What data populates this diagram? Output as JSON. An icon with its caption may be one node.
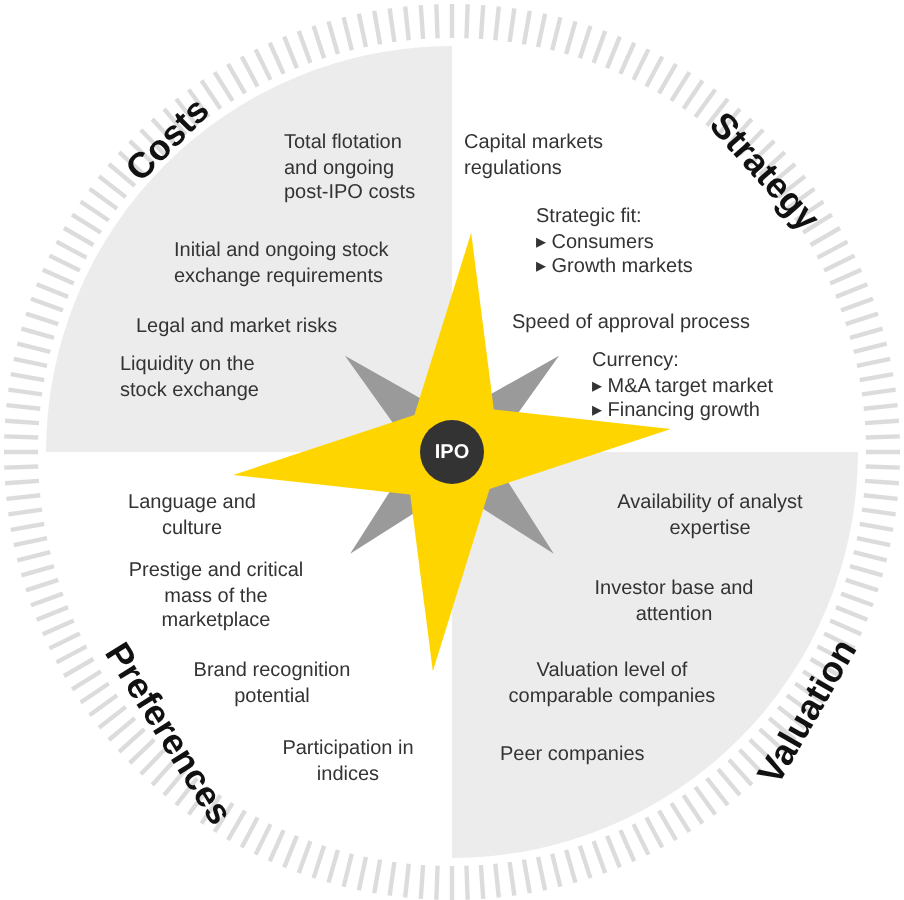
{
  "diagram": {
    "nodes": [
      {
        "text": [
          "IPO"
        ]
      }
    ],
    "labels": [
      "Costs",
      "Total flotation and ongoing post-IPO costs",
      "Initial and ongoing stock exchange requirements",
      "Legal and market risks",
      "Liquidity on the stock exchange",
      "Strategy",
      "Capital markets regulations",
      "Strategic fit:",
      "▸ Consumers",
      "▸ Growth markets",
      "Speed of approval process",
      "Currency:",
      "▸ M&A target market",
      "▸ Financing growth",
      "Language and culture",
      "Prestige and critical mass of the marketplace",
      "Brand recognition potential",
      "Participation in indices",
      "Preferences",
      "Availability of analyst expertise",
      "Investor base and attention",
      "Valuation level of comparable companies",
      "Peer companies",
      "Valuation"
    ]
  }
}
